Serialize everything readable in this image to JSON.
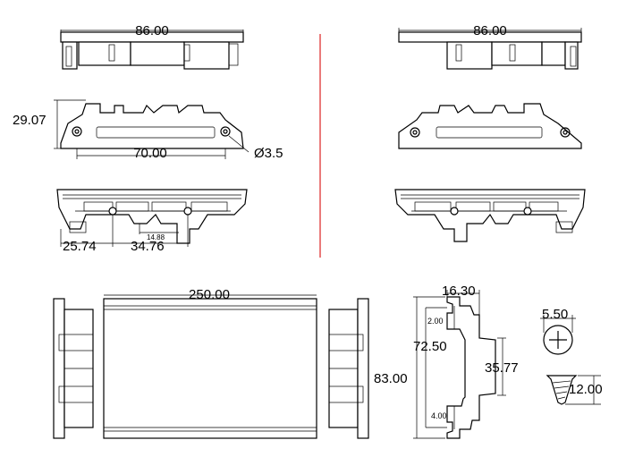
{
  "dimensions": {
    "top_left_width": "86.00",
    "top_right_width": "86.00",
    "side_height": "29.07",
    "hole_spacing": "70.00",
    "hole_diameter": "Ø3.5",
    "foot_left": "25.74",
    "foot_right": "34.76",
    "foot_small": "14.88",
    "profile_length": "250.00",
    "profile_depth": "16.30",
    "profile_height": "83.00",
    "inner_height": "72.50",
    "inner_mid": "35.77",
    "small_top": "2.00",
    "small_bottom": "4.00",
    "screw_head": "5.50",
    "screw_length": "12.00"
  },
  "colors": {
    "divider": "#d22222",
    "line": "#000000"
  }
}
